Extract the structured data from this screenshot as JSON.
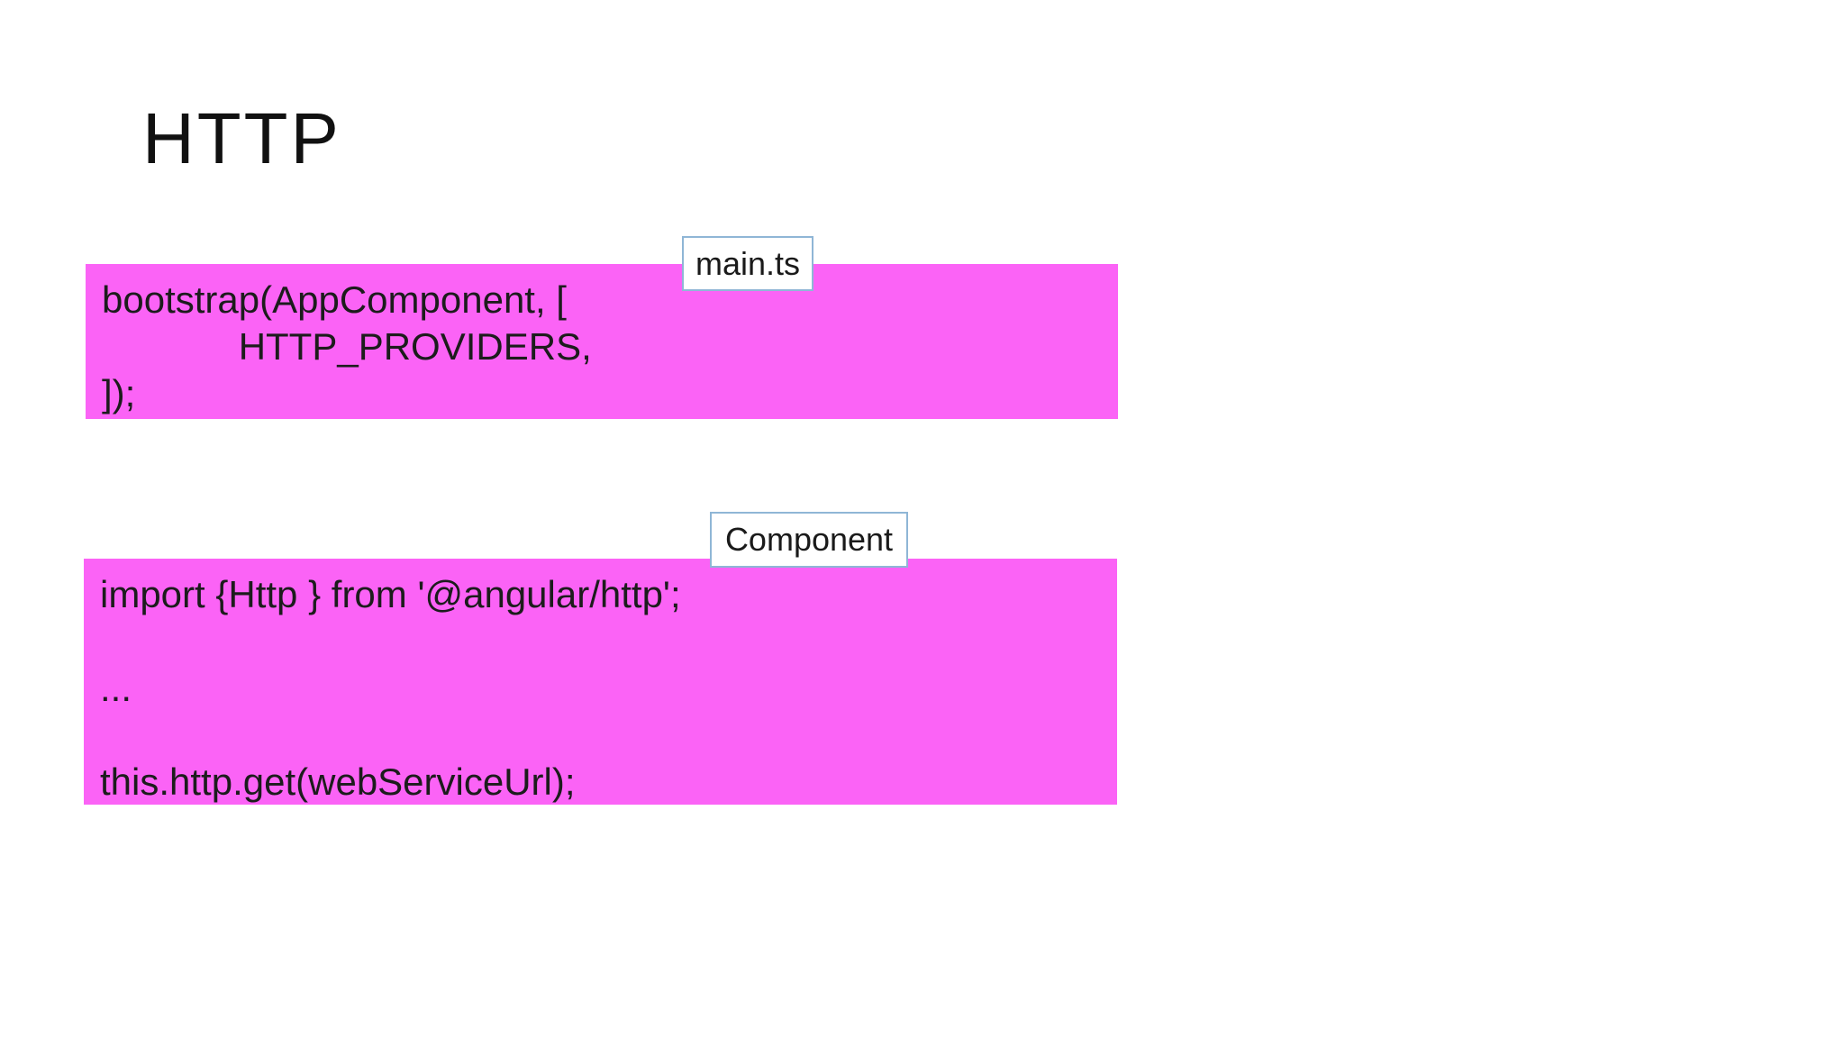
{
  "slide": {
    "title": "HTTP",
    "colors": {
      "background": "#FFFFFF",
      "code_block_bg": "#FB63F6",
      "label_border": "#8FB6D6",
      "label_bg": "#FFFFFF",
      "code_text": "#1C1C1C",
      "title_text": "#111111"
    },
    "blocks": [
      {
        "label": "main.ts",
        "lines": {
          "0": "bootstrap(AppComponent, [",
          "1": "             HTTP_PROVIDERS,",
          "2": "]);"
        }
      },
      {
        "label": "Component",
        "lines": {
          "0": "import {Http } from '@angular/http';",
          "1": "",
          "2": "...",
          "3": "",
          "4": "this.http.get(webServiceUrl);"
        }
      }
    ]
  }
}
